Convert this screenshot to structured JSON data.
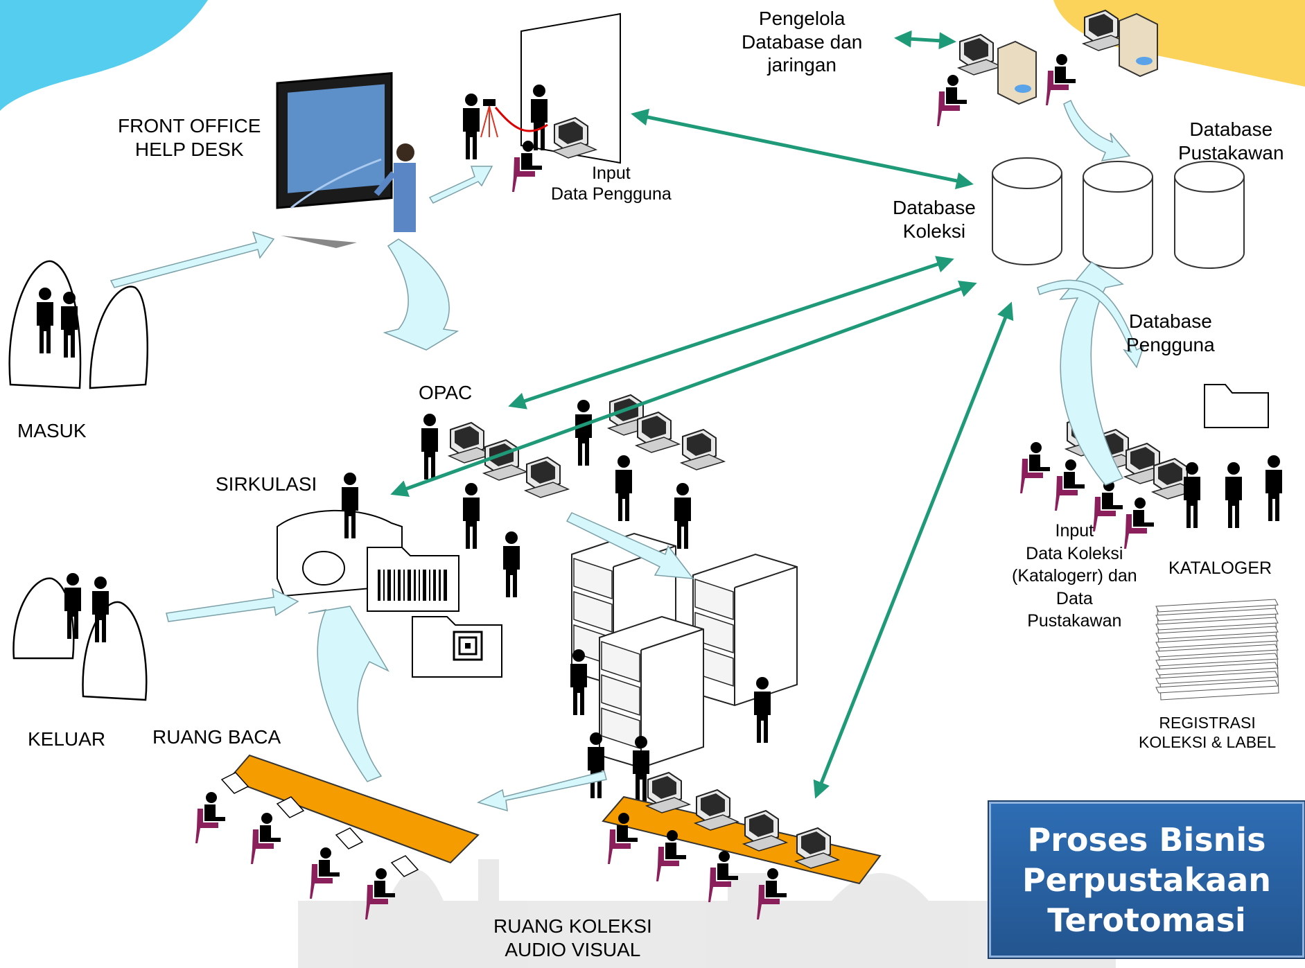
{
  "labels": {
    "front_office": [
      "FRONT OFFICE",
      "HELP DESK"
    ],
    "masuk": "MASUK",
    "input_pengguna": [
      "Input",
      "Data Pengguna"
    ],
    "pengelola": [
      "Pengelola",
      "Database dan",
      "jaringan"
    ],
    "db_pustakawan": [
      "Database",
      "Pustakawan"
    ],
    "db_koleksi": [
      "Database",
      "Koleksi"
    ],
    "db_pengguna": [
      "Database",
      "Pengguna"
    ],
    "opac": "OPAC",
    "sirkulasi": "SIRKULASI",
    "keluar": "KELUAR",
    "ruang_baca": "RUANG BACA",
    "ruang_av": [
      "RUANG KOLEKSI",
      "AUDIO VISUAL"
    ],
    "input_koleksi": [
      "Input",
      "Data Koleksi",
      "(Katalogerr) dan",
      "Data",
      "Pustakawan"
    ],
    "katalogger": "KATALOGER",
    "registrasi": [
      "REGISTRASI",
      "KOLEKSI & LABEL"
    ]
  },
  "title": [
    "Proses Bisnis",
    "Perpustakaan",
    "Terotomasi"
  ],
  "colors": {
    "flow_arrow": "#d6f7fb",
    "data_link": "#1e9a78",
    "table": "#f59c00",
    "chair": "#8b1f5b",
    "title_box": "#2e6db4",
    "blob_blue": "#55cdee",
    "blob_yellow": "#fbd35a"
  },
  "icons": [
    "person-icon",
    "computer-icon",
    "server-icon",
    "touchscreen-icon",
    "shelf-icon",
    "folder-icon",
    "barcode-icon",
    "rfid-icon",
    "paper-stack-icon",
    "camera-icon"
  ]
}
